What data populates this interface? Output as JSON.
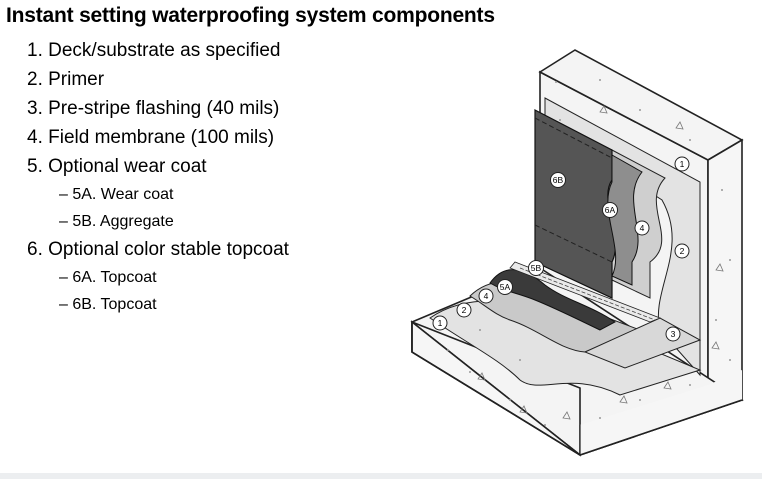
{
  "title": "Instant setting waterproofing system components",
  "components": [
    {
      "text": "1. Deck/substrate as specified",
      "level": 0
    },
    {
      "text": "2. Primer",
      "level": 0
    },
    {
      "text": "3. Pre-stripe flashing (40 mils)",
      "level": 0
    },
    {
      "text": "4. Field membrane (100 mils)",
      "level": 0
    },
    {
      "text": "5. Optional wear coat",
      "level": 0
    },
    {
      "text": "– 5A. Wear coat",
      "level": 1
    },
    {
      "text": "– 5B. Aggregate",
      "level": 1
    },
    {
      "text": "6. Optional color stable topcoat",
      "level": 0
    },
    {
      "text": "– 6A. Topcoat",
      "level": 1
    },
    {
      "text": "– 6B. Topcoat",
      "level": 1
    }
  ],
  "callouts": {
    "c1_wall": "1",
    "c1_floor": "1",
    "c2_wall": "2",
    "c2_floor": "2",
    "c3": "3",
    "c4_wall": "4",
    "c4_floor": "4",
    "c5a": "5A",
    "c5b": "5B",
    "c6a": "6A",
    "c6b": "6B"
  },
  "colors": {
    "concrete": "#f4f4f4",
    "primer": "#e3e3e3",
    "membrane": "#c9c9c9",
    "wear_coat": "#3a3a3a",
    "topcoat_dark": "#555555",
    "outline": "#222222"
  }
}
